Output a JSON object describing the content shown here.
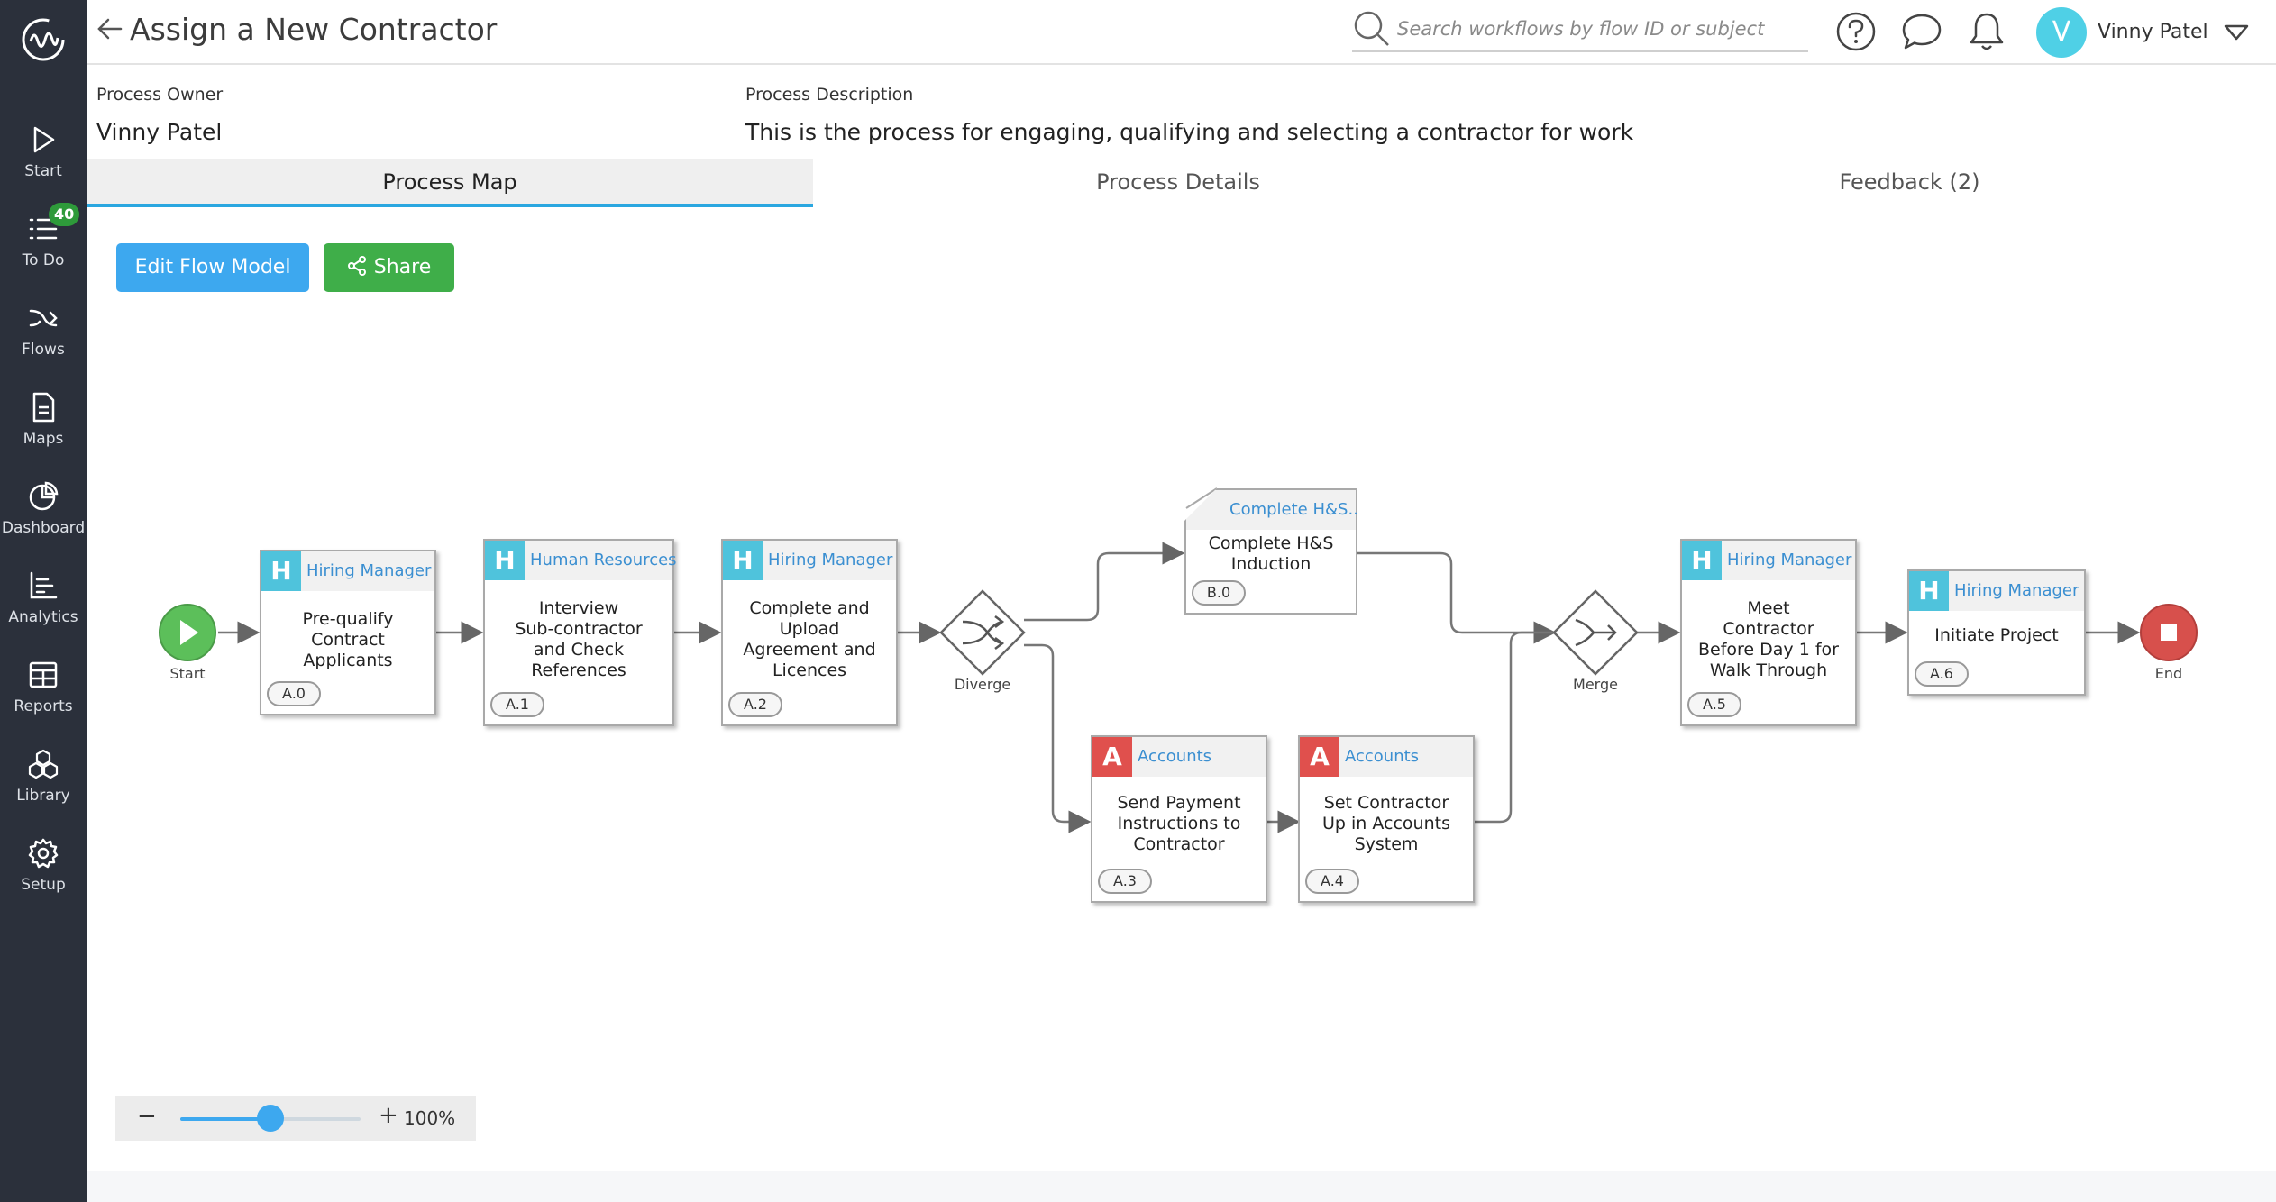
{
  "sidebar": {
    "items": [
      {
        "label": "Start",
        "icon": "play-icon"
      },
      {
        "label": "To Do",
        "icon": "list-icon",
        "badge": "40"
      },
      {
        "label": "Flows",
        "icon": "flows-icon"
      },
      {
        "label": "Maps",
        "icon": "document-icon"
      },
      {
        "label": "Dashboard",
        "icon": "pie-chart-icon"
      },
      {
        "label": "Analytics",
        "icon": "analytics-icon"
      },
      {
        "label": "Reports",
        "icon": "table-icon"
      },
      {
        "label": "Library",
        "icon": "cubes-icon"
      },
      {
        "label": "Setup",
        "icon": "gear-icon"
      }
    ]
  },
  "header": {
    "title": "Assign a New Contractor",
    "search_placeholder": "Search workflows by flow ID or subject",
    "avatar_initial": "V",
    "user_name": "Vinny Patel"
  },
  "process": {
    "owner_label": "Process Owner",
    "owner_value": "Vinny Patel",
    "description_label": "Process Description",
    "description_value": "This is the process for engaging, qualifying and selecting a contractor for work"
  },
  "tabs": [
    "Process Map",
    "Process Details",
    "Feedback (2)"
  ],
  "toolbar": {
    "edit_label": "Edit Flow Model",
    "share_label": "Share"
  },
  "diagram": {
    "start_label": "Start",
    "end_label": "End",
    "diverge_label": "Diverge",
    "merge_label": "Merge",
    "nodes": [
      {
        "role_initial": "H",
        "role": "Hiring Manager",
        "title": [
          "Pre-qualify",
          "Contract",
          "Applicants"
        ],
        "id": "A.0"
      },
      {
        "role_initial": "H",
        "role": "Human Resources",
        "title": [
          "Interview",
          "Sub-contractor",
          "and Check",
          "References"
        ],
        "id": "A.1"
      },
      {
        "role_initial": "H",
        "role": "Hiring Manager",
        "title": [
          "Complete and",
          "Upload",
          "Agreement and",
          "Licences"
        ],
        "id": "A.2"
      },
      {
        "role_initial": "A",
        "role": "Accounts",
        "title": [
          "Send Payment",
          "Instructions to",
          "Contractor"
        ],
        "id": "A.3"
      },
      {
        "role_initial": "A",
        "role": "Accounts",
        "title": [
          "Set Contractor",
          "Up in Accounts",
          "System"
        ],
        "id": "A.4"
      },
      {
        "role_initial": "H",
        "role": "Hiring Manager",
        "title": [
          "Meet",
          "Contractor",
          "Before Day 1 for",
          "Walk Through"
        ],
        "id": "A.5"
      },
      {
        "role_initial": "H",
        "role": "Hiring Manager",
        "title": [
          "Initiate Project"
        ],
        "id": "A.6"
      }
    ],
    "subflow": {
      "role": "Complete H&S...",
      "title": [
        "Complete H&S",
        "Induction"
      ],
      "id": "B.0"
    }
  },
  "colors": {
    "role_h": "#4fc3dc",
    "role_a": "#e0504d",
    "start": "#5cbf5a",
    "end": "#d7504c",
    "accent": "#3da8ef"
  },
  "zoom": {
    "value": "100%",
    "level": 0.5
  }
}
